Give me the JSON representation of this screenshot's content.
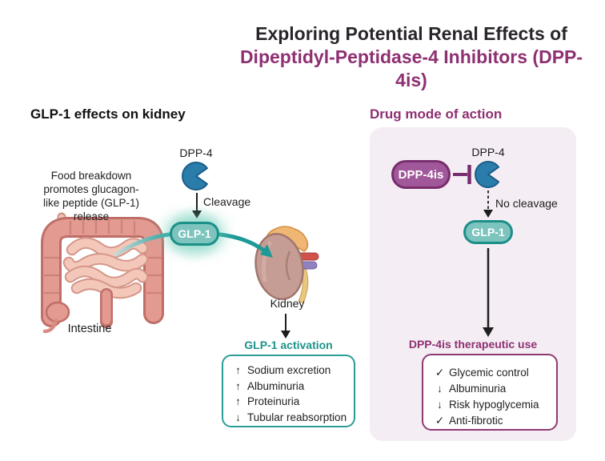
{
  "title": {
    "line1": "Exploring Potential Renal Effects of",
    "line2": "Dipeptidyl-Peptidase-4 Inhibitors (DPP-4is)"
  },
  "left_section": {
    "heading": "GLP-1 effects on kidney",
    "food_note": "Food breakdown\npromotes glucagon-\nlike peptide (GLP-1)\nrelease",
    "dpp4_label": "DPP-4",
    "cleavage_label": "Cleavage",
    "glp1_badge_label": "GLP-1",
    "intestine_label": "Intestine",
    "kidney_label": "Kidney",
    "activation_box": {
      "heading": "GLP-1 activation",
      "items": [
        {
          "symbol": "↑",
          "text": "Sodium excretion"
        },
        {
          "symbol": "↑",
          "text": "Albuminuria"
        },
        {
          "symbol": "↑",
          "text": "Proteinuria"
        },
        {
          "symbol": "↓",
          "text": "Tubular reabsorption"
        }
      ]
    }
  },
  "right_section": {
    "heading": "Drug mode of action",
    "dpp4is_badge_label": "DPP-4is",
    "dpp4_label": "DPP-4",
    "no_cleavage_label": "No cleavage",
    "glp1_badge_label": "GLP-1",
    "therapeutic_box": {
      "heading": "DPP-4is therapeutic use",
      "items": [
        {
          "symbol": "✓",
          "text": "Glycemic control"
        },
        {
          "symbol": "↓",
          "text": "Albuminuria"
        },
        {
          "symbol": "↓",
          "text": "Risk hypoglycemia"
        },
        {
          "symbol": "✓",
          "text": "Anti-fibrotic"
        }
      ]
    }
  },
  "colors": {
    "title_accent_purple": "#8e3072",
    "teal_accent": "#1d948c",
    "glp1_badge_fill": "#7cc4bd",
    "glp1_badge_border": "#1d8f89",
    "dpp4is_badge_fill": "#a1589b",
    "dpp4is_badge_border": "#782d6c",
    "pacman_blue": "#2a7cab",
    "panel_background": "#f5edf4",
    "arrow_teal": "#1d9a98",
    "activation_box_border": "#2a9d96",
    "therapeutic_box_border": "#8e3a72"
  }
}
